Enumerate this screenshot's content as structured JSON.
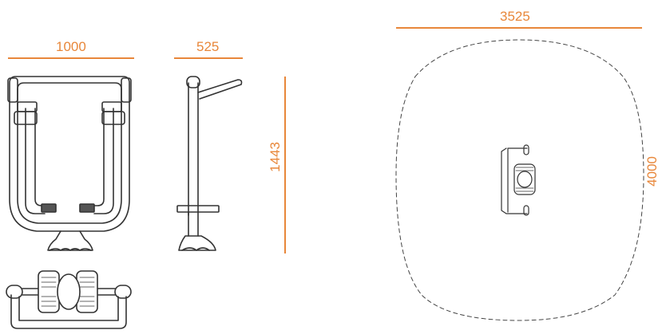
{
  "dimensions": {
    "front_width": "1000",
    "side_depth": "525",
    "height": "1443",
    "zone_width": "3525",
    "zone_depth": "4000"
  },
  "colors": {
    "dimension": "#e8873a",
    "outline": "#333333",
    "zone": "#444444"
  }
}
